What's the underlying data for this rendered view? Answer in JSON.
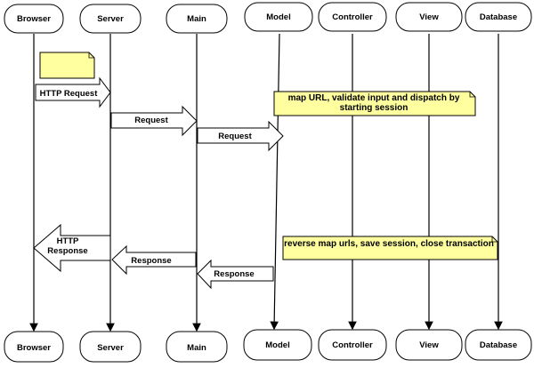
{
  "participants": [
    {
      "id": "browser",
      "label": "Browser"
    },
    {
      "id": "server",
      "label": "Server"
    },
    {
      "id": "main",
      "label": "Main"
    },
    {
      "id": "model",
      "label": "Model"
    },
    {
      "id": "controller",
      "label": "Controller"
    },
    {
      "id": "view",
      "label": "View"
    },
    {
      "id": "database",
      "label": "Database"
    }
  ],
  "notes": {
    "dispatch_line1": "map URL, validate input and dispatch by",
    "dispatch_line2": "starting session",
    "reverse": "reverse map urls, save session, close transaction"
  },
  "messages": {
    "http_request": "HTTP Request",
    "request_server_main": "Request",
    "request_main_model": "Request",
    "http_response_line1": "HTTP",
    "http_response_line2": "Response",
    "response_main_server": "Response",
    "response_model_main": "Response"
  },
  "colors": {
    "note_fill": "#ffffa0",
    "stroke": "#000000"
  }
}
